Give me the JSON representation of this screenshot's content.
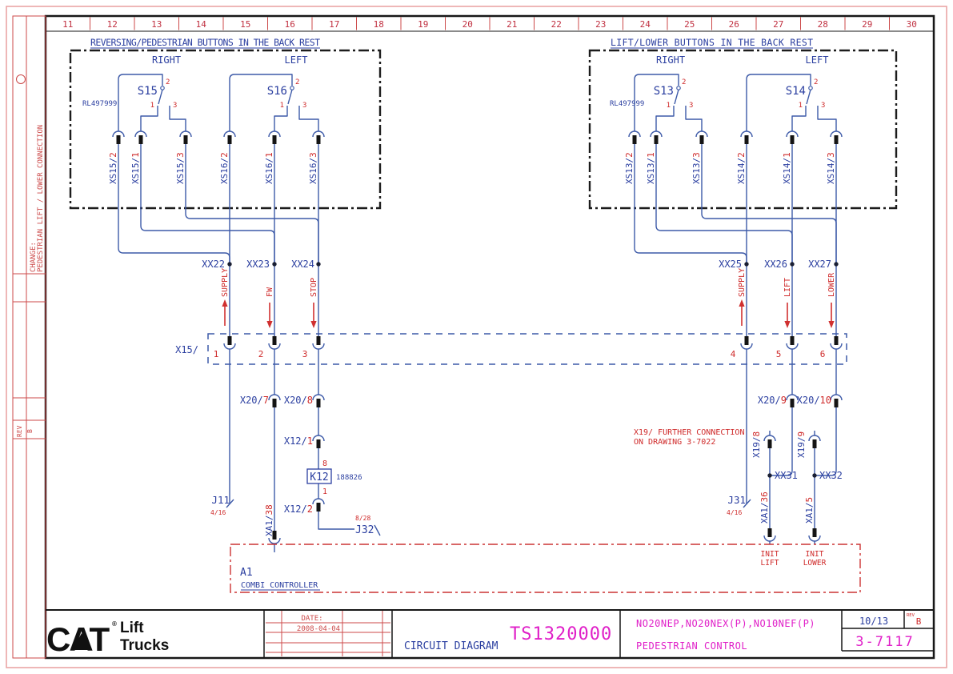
{
  "ruler": {
    "numbers": [
      "11",
      "12",
      "13",
      "14",
      "15",
      "16",
      "17",
      "18",
      "19",
      "20",
      "21",
      "22",
      "23",
      "24",
      "25",
      "26",
      "27",
      "28",
      "29",
      "30"
    ]
  },
  "sidebar": {
    "change_label": "CHANGE:",
    "change_value": "PEDESTRIAN LIFT / LOWER CONNECTION",
    "rev_label": "REV",
    "rev_value": "B"
  },
  "left_box": {
    "title": "REVERSING/PEDESTRIAN BUTTONS IN THE BACK REST",
    "section_right": "RIGHT",
    "section_left": "LEFT",
    "part_number": "RL497999",
    "switch_right": "S15",
    "switch_left": "S16",
    "pin1": "1",
    "pin2": "2",
    "pin3": "3",
    "conn": {
      "s15_2": {
        "prefix": "XS15/",
        "pin": "2"
      },
      "s15_1": {
        "prefix": "XS15/",
        "pin": "1"
      },
      "s15_3": {
        "prefix": "XS15/",
        "pin": "3"
      },
      "s16_2": {
        "prefix": "XS16/",
        "pin": "2"
      },
      "s16_1": {
        "prefix": "XS16/",
        "pin": "1"
      },
      "s16_3": {
        "prefix": "XS16/",
        "pin": "3"
      }
    }
  },
  "right_box": {
    "title": "LIFT/LOWER BUTTONS IN THE BACK REST",
    "section_right": "RIGHT",
    "section_left": "LEFT",
    "part_number": "RL497999",
    "switch_right": "S13",
    "switch_left": "S14",
    "pin1": "1",
    "pin2": "2",
    "pin3": "3",
    "conn": {
      "s13_2": {
        "prefix": "XS13/",
        "pin": "2"
      },
      "s13_1": {
        "prefix": "XS13/",
        "pin": "1"
      },
      "s13_3": {
        "prefix": "XS13/",
        "pin": "3"
      },
      "s14_2": {
        "prefix": "XS14/",
        "pin": "2"
      },
      "s14_1": {
        "prefix": "XS14/",
        "pin": "1"
      },
      "s14_3": {
        "prefix": "XS14/",
        "pin": "3"
      }
    }
  },
  "junctions": {
    "xx22": "XX22",
    "xx23": "XX23",
    "xx24": "XX24",
    "xx25": "XX25",
    "xx26": "XX26",
    "xx27": "XX27",
    "xx31": "XX31",
    "xx32": "XX32"
  },
  "signals": {
    "supply_left": "SUPPLY",
    "fw": "FW",
    "stop": "STOP",
    "supply_right": "SUPPLY",
    "lift": "LIFT",
    "lower": "LOWER"
  },
  "x15": {
    "label": "X15/",
    "pin1": "1",
    "pin2": "2",
    "pin3": "3",
    "pin4": "4",
    "pin5": "5",
    "pin6": "6"
  },
  "x20": {
    "p7": {
      "prefix": "X20/",
      "pin": "7"
    },
    "p8": {
      "prefix": "X20/",
      "pin": "8"
    },
    "p9": {
      "prefix": "X20/",
      "pin": "9"
    },
    "p10": {
      "prefix": "X20/",
      "pin": "10"
    }
  },
  "x12": {
    "p1": {
      "prefix": "X12/",
      "pin": "1"
    },
    "p2": {
      "prefix": "X12/",
      "pin": "2"
    }
  },
  "k12": {
    "name": "K12",
    "part_number": "188826",
    "pin_top": "8",
    "pin_bottom": "1"
  },
  "x19": {
    "p8": {
      "prefix": "X19/",
      "pin": "8"
    },
    "p9": {
      "prefix": "X19/",
      "pin": "9"
    },
    "note_line1": "X19/ FURTHER CONNECTION",
    "note_line2": "ON DRAWING 3-7022"
  },
  "xa1": {
    "p38": {
      "prefix": "XA1/",
      "pin": "38"
    },
    "p36": {
      "prefix": "XA1/",
      "pin": "36"
    },
    "p5": {
      "prefix": "XA1/",
      "pin": "5"
    }
  },
  "refs": {
    "j11": {
      "name": "J11",
      "sheet": "4/16"
    },
    "j31": {
      "name": "J31",
      "sheet": "4/16"
    },
    "j32": {
      "name": "J32",
      "sheet": "8/28"
    }
  },
  "a1": {
    "name": "A1",
    "label": "COMBI CONTROLLER",
    "init_lift_line1": "INIT",
    "init_lift_line2": "LIFT",
    "init_lower_line1": "INIT",
    "init_lower_line2": "LOWER"
  },
  "title_block": {
    "logo_cat": "CAT",
    "logo_reg": "®",
    "logo_lift": "Lift",
    "logo_trucks": "Trucks",
    "date_label": "DATE:",
    "date_value": "2008-04-04",
    "doc_type": "CIRCUIT DIAGRAM",
    "doc_number": "TS1320000",
    "models": "NO20NEP,NO20NEX(P),NO10NEF(P)",
    "subtitle": "PEDESTRIAN CONTROL",
    "page": "10/13",
    "rev_caption": "REV",
    "revision": "B",
    "drawing_number": "3-7117"
  }
}
